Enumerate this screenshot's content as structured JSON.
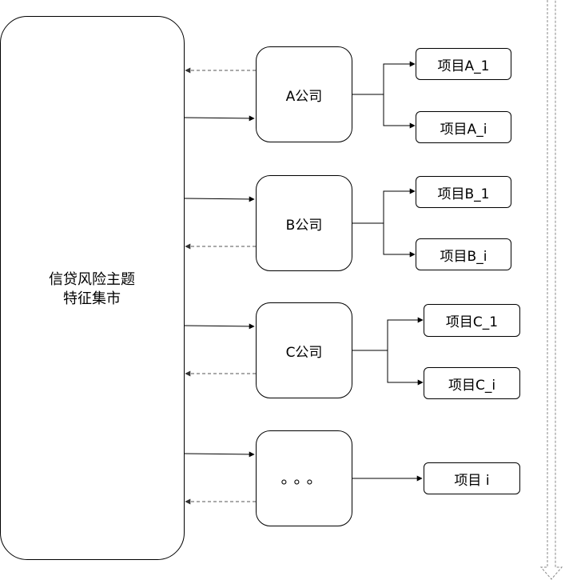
{
  "mart": {
    "line1": "信贷风险主题",
    "line2": "特征集市"
  },
  "companies": [
    {
      "label": "A公司",
      "projects": [
        "项目A_1",
        "项目A_i"
      ]
    },
    {
      "label": "B公司",
      "projects": [
        "项目B_1",
        "项目B_i"
      ]
    },
    {
      "label": "C公司",
      "projects": [
        "项目C_1",
        "项目C_i"
      ]
    },
    {
      "label": "。。。",
      "projects": [
        "项目 i"
      ]
    }
  ],
  "colors": {
    "line": "#000000",
    "dashed": "#555555",
    "scroll_arrow": "#888888"
  }
}
